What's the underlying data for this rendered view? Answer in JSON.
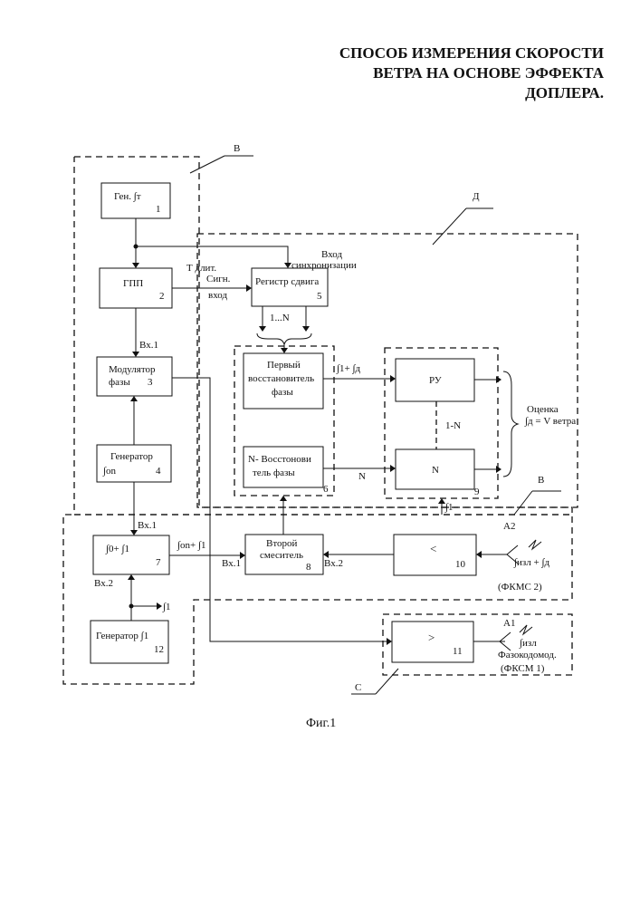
{
  "title": {
    "line1": "СПОСОБ ИЗМЕРЕНИЯ СКОРОСТИ",
    "line2": "ВЕТРА НА ОСНОВЕ ЭФФЕКТА",
    "line3": "ДОПЛЕРА."
  },
  "zones": {
    "b_top": "В",
    "d": "Д",
    "b_mid": "В",
    "a2": "А2",
    "a1": "А1",
    "c": "С"
  },
  "blocks": {
    "gen_t": {
      "name": "Ген. ∫т",
      "num": "1"
    },
    "gpp": {
      "name": "ГПП",
      "num": "2"
    },
    "modulator": {
      "line1": "Модулятор",
      "line2": "фазы",
      "num": "3"
    },
    "gen_on": {
      "line1": "Генератор",
      "line2": "∫on",
      "num": "4"
    },
    "register": {
      "name": "Регистр сдвига",
      "num": "5"
    },
    "restorer1": {
      "line1": "Первый",
      "line2": "восстановитель",
      "line3": "фазы"
    },
    "restorerN": {
      "line1": "N- Восстонови",
      "line2": "тель фазы",
      "num": "6"
    },
    "mixer1": {
      "name": "∫0+ ∫1",
      "num": "7"
    },
    "mixer2": {
      "line1": "Второй",
      "line2": "смеситель",
      "num": "8"
    },
    "ru": {
      "name": "РУ"
    },
    "n_block": {
      "name": "N",
      "num": "9"
    },
    "comp_lt": {
      "symbol": "<",
      "num": "10"
    },
    "comp_gt": {
      "symbol": ">",
      "num": "11"
    },
    "gen_1": {
      "name": "Генератор ∫1",
      "num": "12"
    }
  },
  "labels": {
    "vhod_sync_1": "Вход",
    "vhod_sync_2": "синхронизации",
    "t_dlit": "Т длит.",
    "sign": "Сигн.",
    "vhod": "вход",
    "one_n_reg": "1...N",
    "vx1_mod": "Вх.1",
    "f1_fd": "∫1+ ∫д",
    "one_n_mid": "1-N",
    "n_wire": "N",
    "ocenka": "Оценка",
    "fd_v": "∫д = V ветра",
    "f1_bottom9": "∫1",
    "vx1_mix1": "Вх.1",
    "vx2_mix1": "Вх.2",
    "fon_f1": "∫on+ ∫1",
    "vx1_mix2": "Вх.1",
    "vx2_mix2": "Вх.2",
    "f_izl_fd": "∫изл + ∫д",
    "fkms2": "(ФКМС 2)",
    "f1_out": "∫1",
    "f_izl": "∫изл",
    "fazokod": "Фазокодомод.",
    "fksm1": "(ФКСМ 1)",
    "figure": "Фиг.1"
  }
}
